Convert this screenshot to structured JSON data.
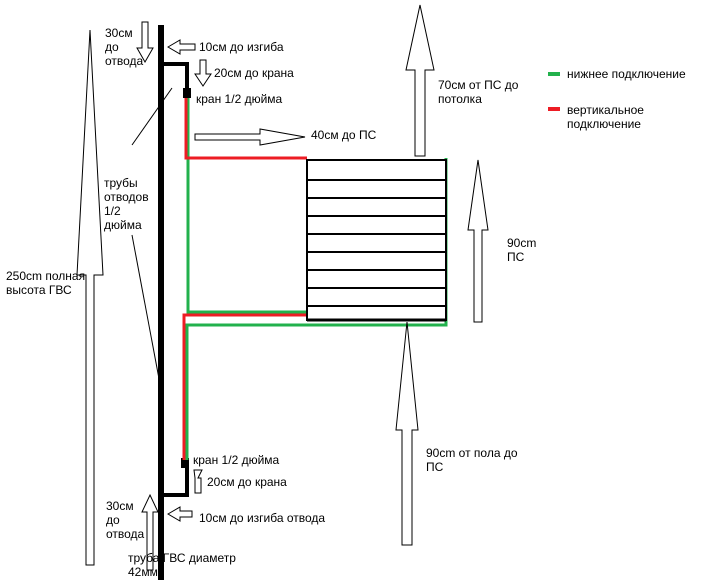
{
  "legend": {
    "green_label": "нижнее подключение",
    "red_label": "вертикальное подключение",
    "green_color": "#22b14c",
    "red_color": "#ed1c24"
  },
  "labels": {
    "total_height": "250cm полная высота ГВС",
    "pipes_branch": "трубы отводов 1/2 дюйма",
    "top_to_branch": "30см до отвода",
    "top_to_bend": "10см до изгиба",
    "top_to_valve": "20см до крана",
    "top_valve": "кран  1/2 дюйма",
    "to_radiator": "40см до ПС",
    "to_ceiling": "70см от ПС до потолка",
    "radiator_height": "90cm ПС",
    "floor_to_radiator": "90cm от пола до ПС",
    "bottom_valve": "кран  1/2 дюйма",
    "bottom_to_valve": "20см до крана",
    "bottom_to_branch": "30см до отвода",
    "bottom_to_bend": "10см до изгиба отвода",
    "pipe_diameter": "труба ГВС диаметр 42мм"
  },
  "icons": {
    "arrow": "outline-arrow",
    "radiator": "radiator-icon"
  }
}
